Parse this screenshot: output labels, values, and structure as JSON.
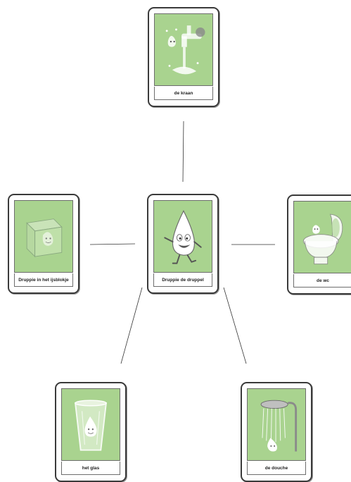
{
  "diagram": {
    "center": {
      "label": "Druppie de druppel",
      "icon": "water-drop-character"
    },
    "branches": [
      {
        "label": "de kraan",
        "icon": "tap-icon"
      },
      {
        "label": "Druppie in het ijsblokje",
        "icon": "ice-cube-icon"
      },
      {
        "label": "de wc",
        "icon": "toilet-icon"
      },
      {
        "label": "het glas",
        "icon": "glass-icon"
      },
      {
        "label": "de douche",
        "icon": "shower-icon"
      }
    ],
    "colors": {
      "card_fill": "#a9d38f",
      "card_border": "#3a3a3a",
      "connector": "#333333"
    }
  }
}
